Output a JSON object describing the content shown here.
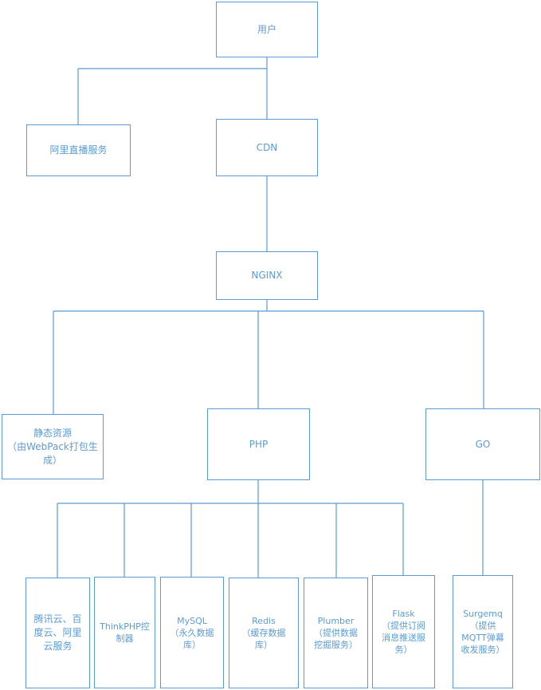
{
  "colors": {
    "stroke": "#5b9bd5",
    "text": "#5b9bd5",
    "fill": "#ffffff"
  },
  "nodes": {
    "user": "用户",
    "ali_live": "阿里直播服务",
    "cdn": "CDN",
    "nginx": "NGINX",
    "static": "静态资源\n（由WebPack打包生\n成）",
    "php": "PHP",
    "go": "GO",
    "cloud": "腾讯云、百\n度云、阿里\n云服务",
    "thinkphp": "ThinkPHP控\n制器",
    "mysql": "MySQL\n（永久数据\n库）",
    "redis": "Redis\n（缓存数据\n库）",
    "plumber": "Plumber\n（提供数据\n挖掘服务）",
    "flask": "Flask\n（提供订阅\n消息推送服\n务）",
    "surgemq": "Surgemq\n（提供\nMQTT弹幕\n收发服务）"
  }
}
